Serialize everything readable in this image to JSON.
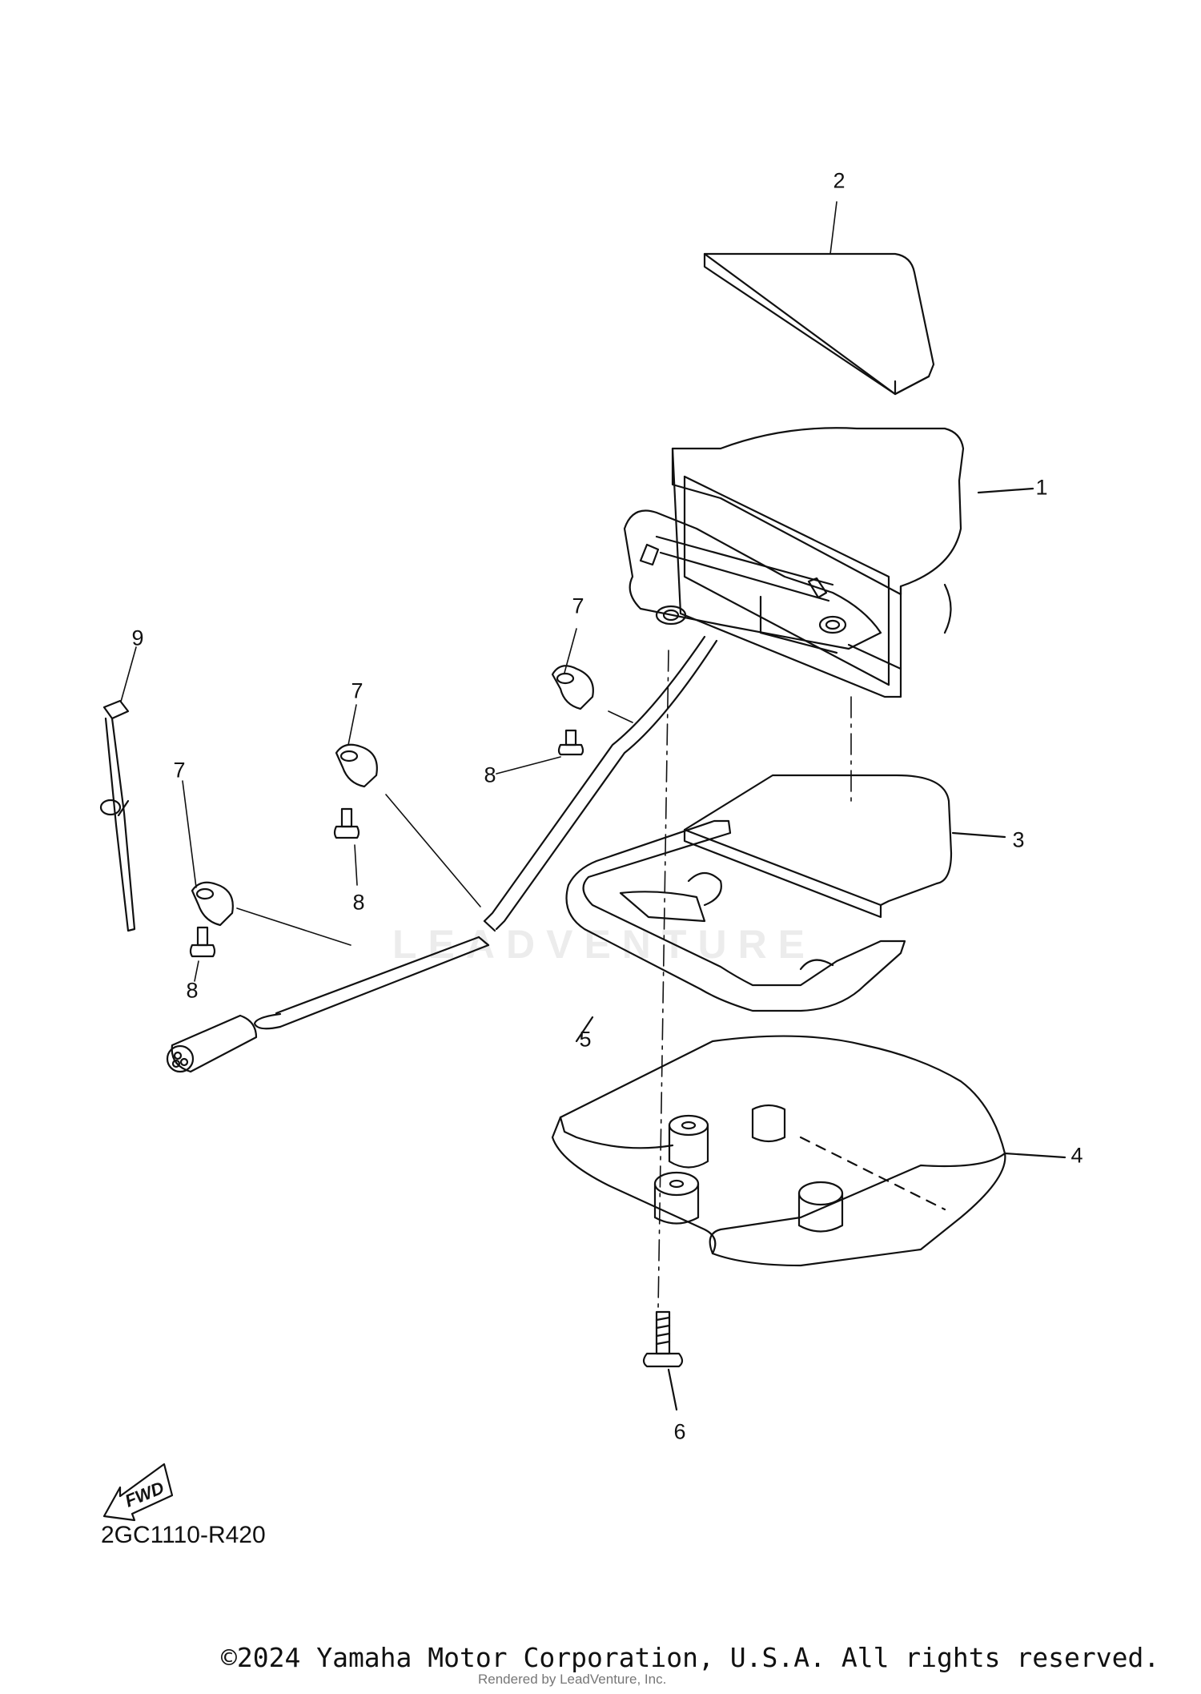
{
  "diagram": {
    "code": "2GC1110-R420",
    "fwd_label": "FWD",
    "watermark": "LEADVENTURE",
    "callouts": [
      {
        "id": "1",
        "label": "1"
      },
      {
        "id": "2",
        "label": "2"
      },
      {
        "id": "3",
        "label": "3"
      },
      {
        "id": "4",
        "label": "4"
      },
      {
        "id": "5",
        "label": "5"
      },
      {
        "id": "6",
        "label": "6"
      },
      {
        "id": "7a",
        "label": "7"
      },
      {
        "id": "7b",
        "label": "7"
      },
      {
        "id": "7c",
        "label": "7"
      },
      {
        "id": "8a",
        "label": "8"
      },
      {
        "id": "8b",
        "label": "8"
      },
      {
        "id": "8c",
        "label": "8"
      },
      {
        "id": "9",
        "label": "9"
      }
    ]
  },
  "footer": {
    "copyright": "©2024 Yamaha Motor Corporation, U.S.A. All rights reserved.",
    "rendered_by": "Rendered by LeadVenture, Inc."
  }
}
